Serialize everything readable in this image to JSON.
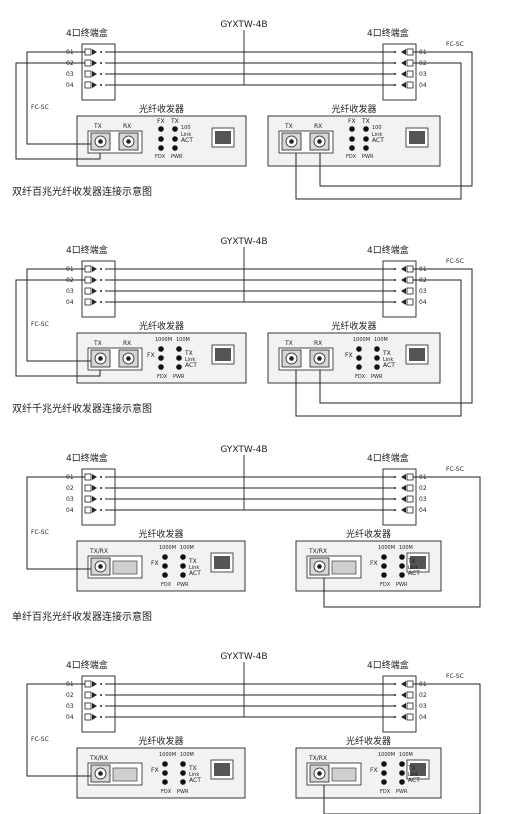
{
  "cable_label": "GYXTW-4B",
  "box_title": "4口终端盒",
  "port_numbers": [
    "01",
    "02",
    "03",
    "04"
  ],
  "fc_label": "FC-SC",
  "transceiver_title": "光纤收发器",
  "leds": {
    "fx": "FX",
    "tx": "TX",
    "fdx": "FDX",
    "pwr": "PWR",
    "act": "ACT",
    "link": "Link",
    "s100": "100",
    "s1000m": "1000M",
    "s100m": "100M"
  },
  "port_labels": {
    "tx": "TX",
    "rx": "RX",
    "txrx": "TX/RX"
  },
  "captions": [
    "双纤百兆光纤收发器连接示意图",
    "双纤千兆光纤收发器连接示意图",
    "单纤百兆光纤收发器连接示意图"
  ],
  "colors": {
    "line": "#222222",
    "panel": "#f2f2f2",
    "connector": "#d6d6d6"
  }
}
